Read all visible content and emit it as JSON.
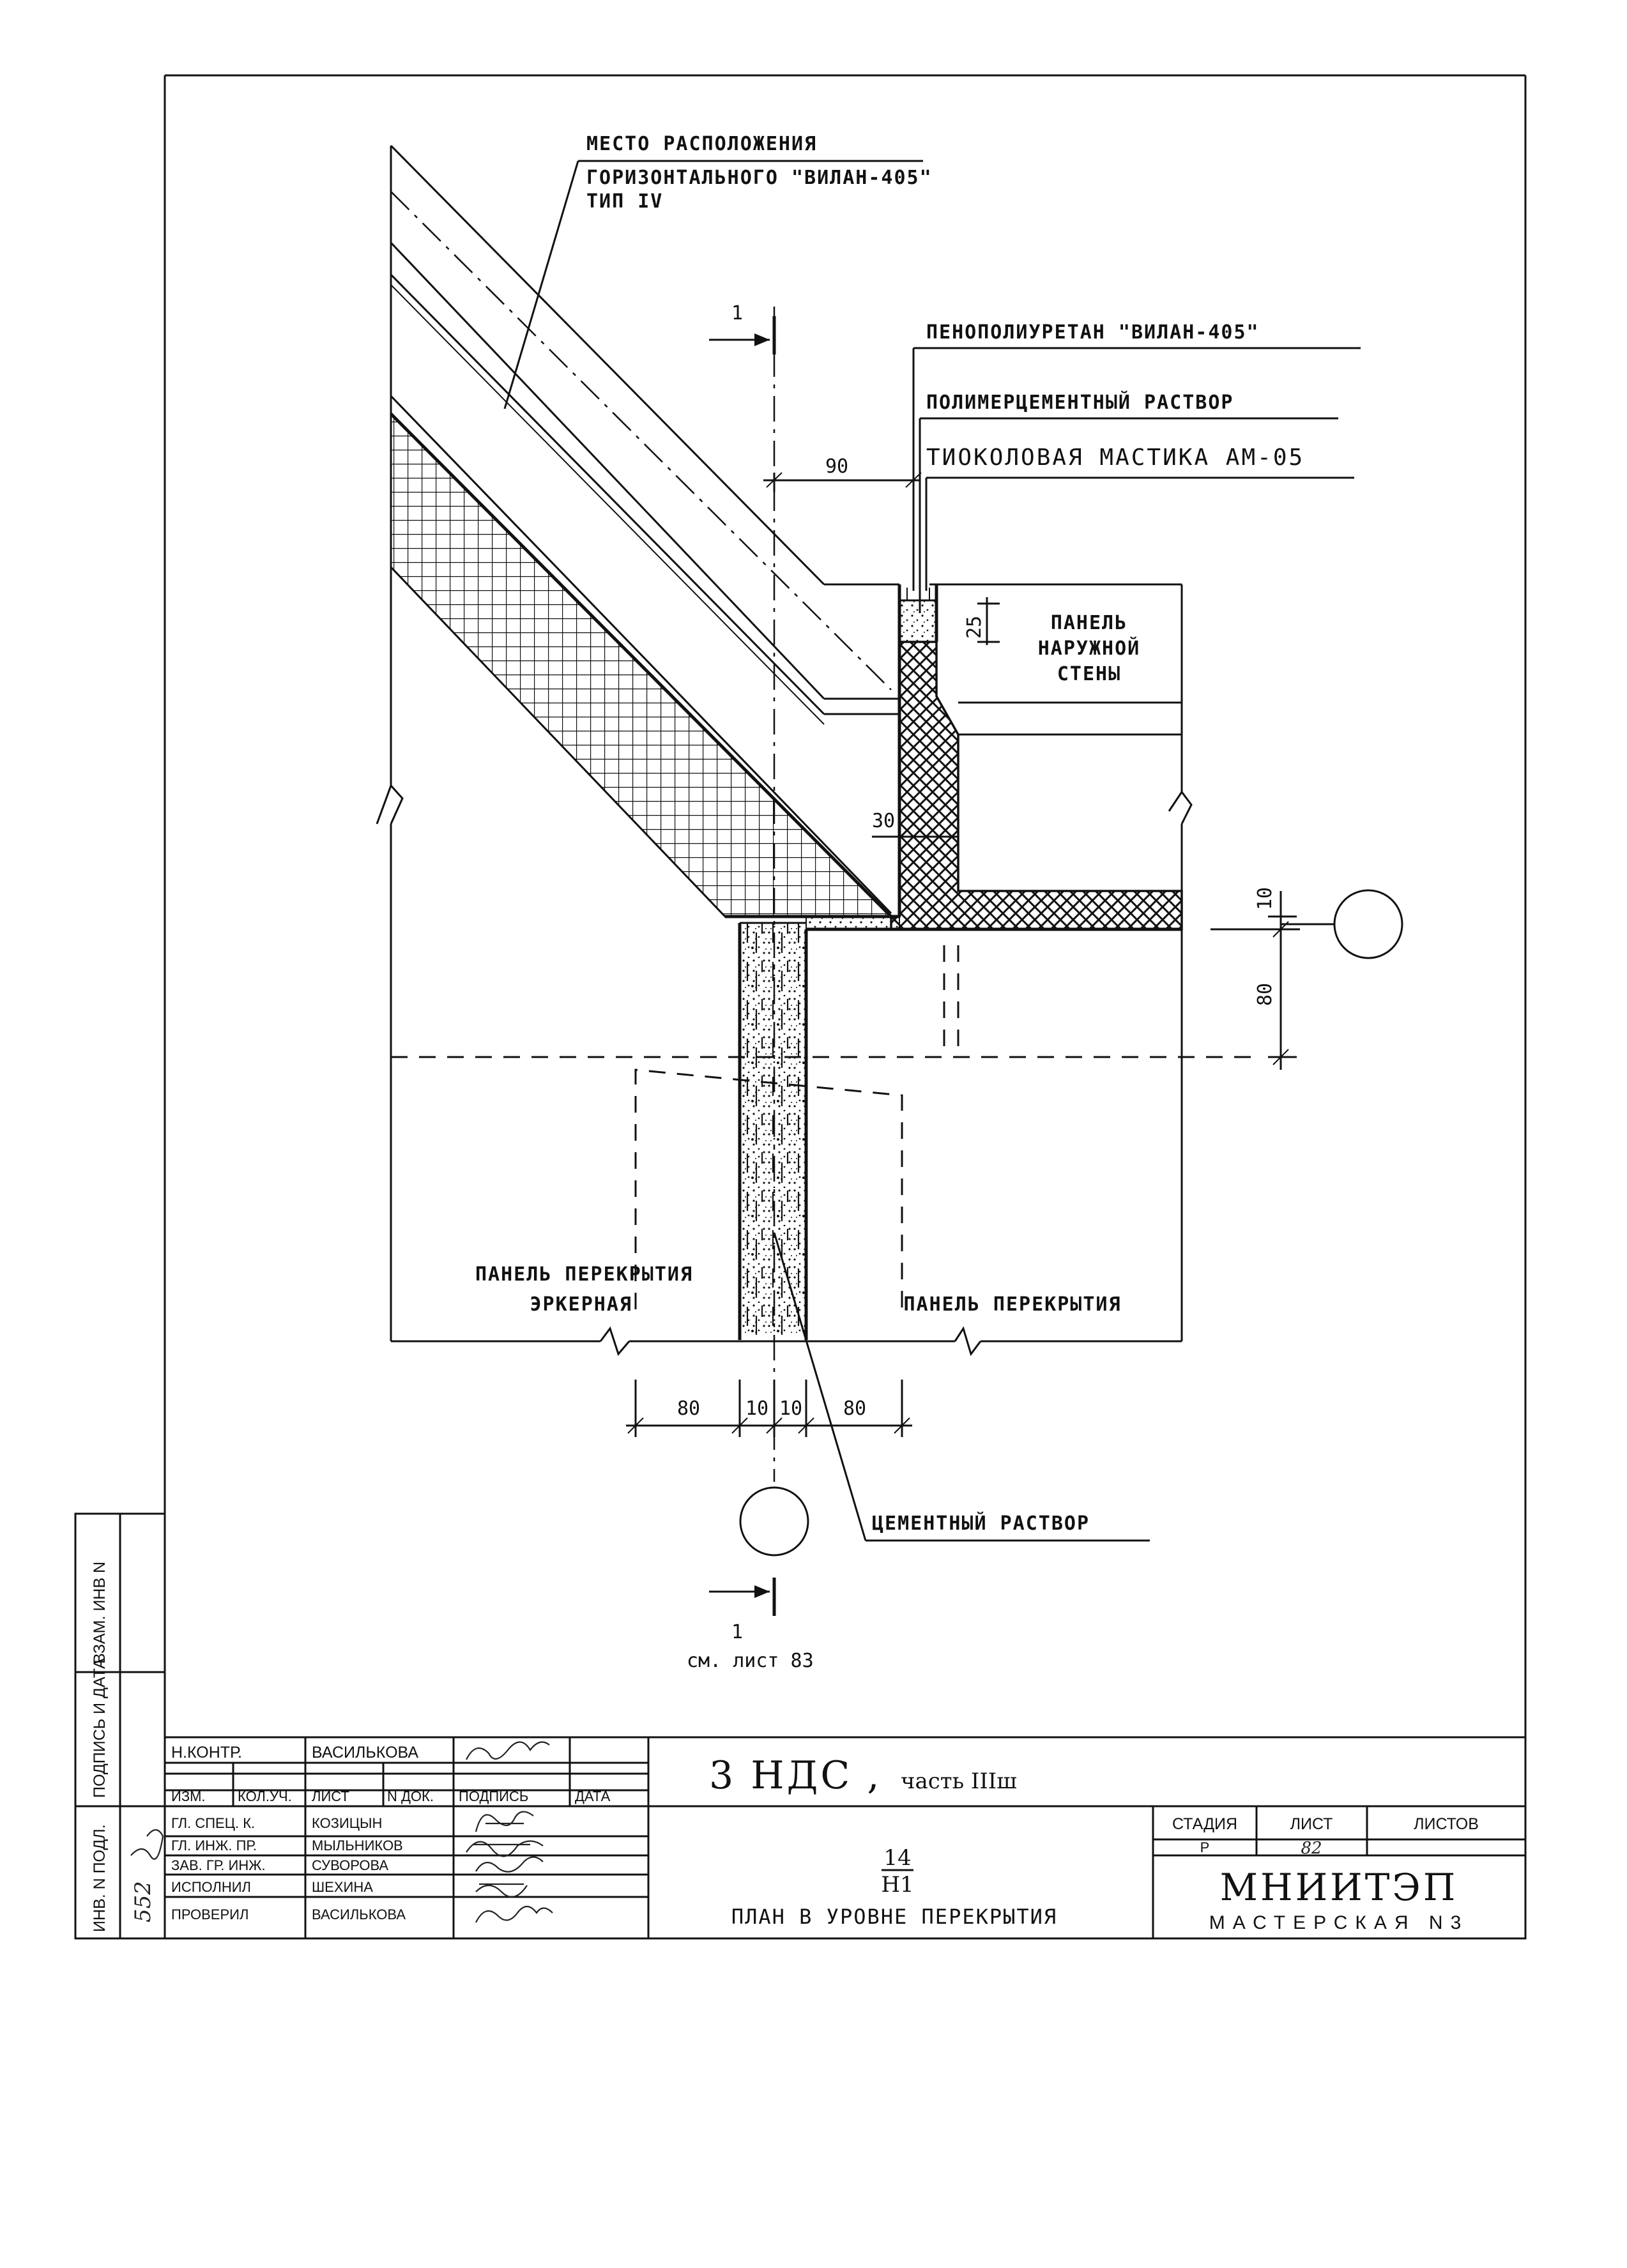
{
  "drawing": {
    "labels": {
      "location_line1": "МЕСТО РАСПОЛОЖЕНИЯ",
      "location_line2": "ГОРИЗОНТАЛЬНОГО \"ВИЛАН-405\"",
      "location_line3": "ТИП IV",
      "foam": "ПЕНОПОЛИУРЕТАН \"ВИЛАН-405\"",
      "polymer_mortar": "ПОЛИМЕРЦЕМЕНТНЫЙ РАСТВОР",
      "mastic": "ТИОКОЛОВАЯ МАСТИКА АМ-05",
      "outer_wall_panel_1": "ПАНЕЛЬ",
      "outer_wall_panel_2": "НАРУЖНОЙ",
      "outer_wall_panel_3": "СТЕНЫ",
      "bay_floor_panel_1": "ПАНЕЛЬ ПЕРЕКРЫТИЯ",
      "bay_floor_panel_2": "ЭРКЕРНАЯ",
      "floor_panel": "ПАНЕЛЬ ПЕРЕКРЫТИЯ",
      "cement_mortar": "ЦЕМЕНТНЫЙ РАСТВОР",
      "section_mark_top": "1",
      "section_mark_bottom": "1",
      "see_sheet": "см. лист 83"
    },
    "dimensions": {
      "d90": "90",
      "d25": "25",
      "d30": "30",
      "d10_right": "10",
      "d80_right": "80",
      "bottom": [
        "80",
        "10",
        "10",
        "80"
      ]
    }
  },
  "side_stamp": {
    "inv_orig": "ИНВ. N ПОДЛ.",
    "sign_date": "ПОДПИСЬ И ДАТА",
    "inv_repl": "ВЗАМ. ИНВ N",
    "inv_number": "552 "
  },
  "title_block": {
    "norm_control_role": "Н.КОНТР.",
    "norm_control_name": "ВАСИЛЬКОВА",
    "headers": [
      "ИЗМ.",
      "КОЛ.УЧ.",
      "ЛИСТ",
      "N ДОК.",
      "ПОДПИСЬ",
      "ДАТА"
    ],
    "people": [
      {
        "role": "ГЛ. СПЕЦ. К.",
        "name": "КОЗИЦЫН"
      },
      {
        "role": "ГЛ. ИНЖ. ПР.",
        "name": "МЫЛЬНИКОВ"
      },
      {
        "role": "ЗАВ. ГР. ИНЖ.",
        "name": "СУВОРОВА"
      },
      {
        "role": "ИСПОЛНИЛ",
        "name": "ШЕХИНА"
      },
      {
        "role": "ПРОВЕРИЛ",
        "name": "ВАСИЛЬКОВА"
      }
    ],
    "project_code": "3 НДС ,",
    "project_part": "часть IIIш",
    "sheet_code_num": "14",
    "sheet_code_den": "Н1",
    "sheet_title": "ПЛАН В УРОВНЕ ПЕРЕКРЫТИЯ",
    "stage_header": "СТАДИЯ",
    "sheet_header": "ЛИСТ",
    "sheets_header": "ЛИСТОВ",
    "stage_value": "Р",
    "sheet_value": "82",
    "sheets_value": "",
    "org_name": "МНИИТЭП",
    "org_unit": "МАСТЕРСКАЯ N3"
  }
}
